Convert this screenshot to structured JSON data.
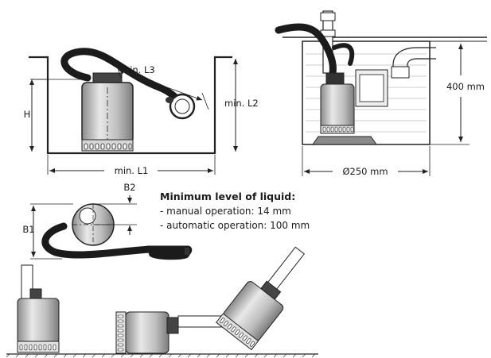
{
  "dimensions": {
    "h": "H",
    "min_l1": "min. L1",
    "min_l2": "min. L2",
    "min_l3": "min. L3",
    "height_400": "400 mm",
    "diameter_250": "Ø250 mm",
    "b1": "B1",
    "b2": "B2"
  },
  "liquid_level": {
    "title": "Minimum level of liquid:",
    "items": [
      "- manual operation: 14 mm",
      "- automatic operation: 100 mm"
    ]
  }
}
